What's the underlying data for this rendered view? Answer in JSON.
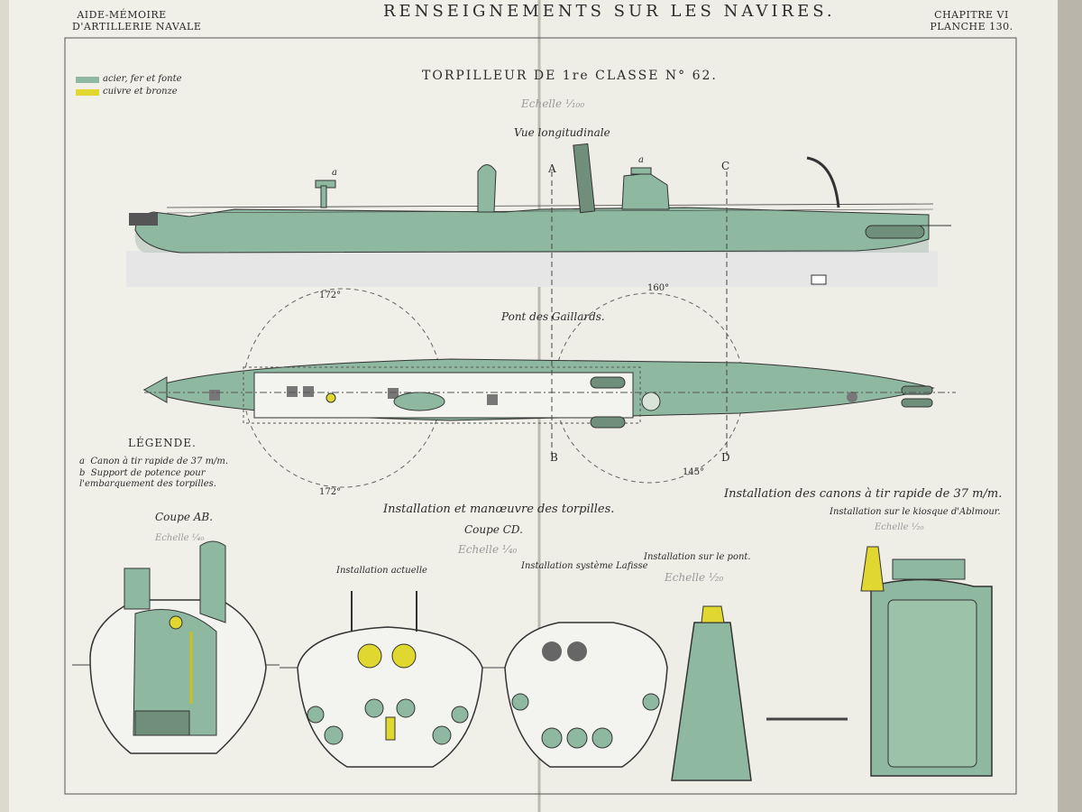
{
  "header": {
    "left_line1": "AIDE-MÉMOIRE",
    "left_line2": "D'ARTILLERIE NAVALE",
    "center": "RENSEIGNEMENTS SUR LES NAVIRES.",
    "right_line1": "CHAPITRE VI",
    "right_line2": "PLANCHE 130."
  },
  "material_key": [
    {
      "label": "acier, fer et fonte",
      "color": "#8fb8a0"
    },
    {
      "label": "cuivre et bronze",
      "color": "#e0d830"
    }
  ],
  "drawing": {
    "title": "TORPILLEUR DE 1re CLASSE N° 62.",
    "scale": "Echelle ¹⁄₁₀₀",
    "view_longitudinal": "Vue longitudinale",
    "view_deck": "Pont des Gaillards.",
    "gun_mark": "a",
    "section_marks": [
      "A",
      "B",
      "C",
      "D"
    ],
    "arc_labels": [
      "172°",
      "160°",
      "172°",
      "145°"
    ]
  },
  "legend": {
    "title": "LÉGENDE.",
    "items": [
      {
        "key": "a",
        "text": "Canon à tir rapide de 37 m/m."
      },
      {
        "key": "b",
        "text": "Support de potence pour l'embarquement des torpilles."
      }
    ]
  },
  "sections": {
    "torpedo_heading": "Installation et manœuvre des torpilles.",
    "coupe_cd": "Coupe CD.",
    "coupe_cd_scale": "Echelle ¹⁄₄₀",
    "coupe_ab": "Coupe AB.",
    "coupe_ab_scale": "Echelle ¹⁄₄₀",
    "current": "Installation actuelle",
    "lafisse": "Installation système Lafisse",
    "guns_heading": "Installation des canons à tir rapide de 37 m/m.",
    "deck_install": "Installation sur le pont.",
    "deck_scale": "Echelle ¹⁄₂₀",
    "kiosk_install": "Installation sur le kiosque d'Ablmour.",
    "kiosk_scale": "Echelle ¹⁄₂₀"
  },
  "colors": {
    "steel": "#8fb8a0",
    "deck": "#c6dcc6",
    "brass": "#e0d830",
    "ink": "#2b2b2b",
    "paper": "#f0efe8"
  }
}
